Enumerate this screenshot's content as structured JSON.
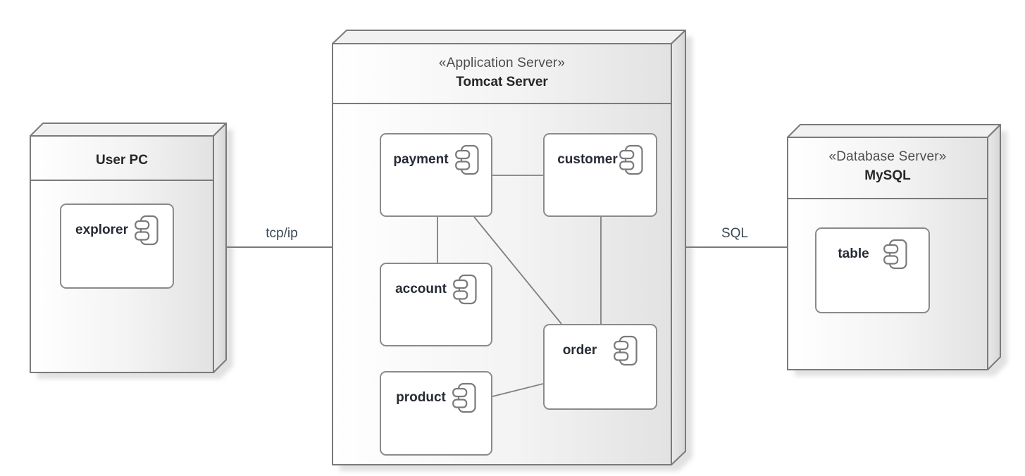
{
  "diagram": {
    "kind": "uml-deployment-diagram",
    "background": "#ffffff"
  },
  "nodes": [
    {
      "name": "User PC",
      "stereotype": "",
      "components": [
        {
          "name": "explorer"
        }
      ]
    },
    {
      "name": "Tomcat Server",
      "stereotype": "«Application Server»",
      "components": [
        {
          "name": "payment"
        },
        {
          "name": "customer"
        },
        {
          "name": "account"
        },
        {
          "name": "order"
        },
        {
          "name": "product"
        }
      ]
    },
    {
      "name": "MySQL",
      "stereotype": "«Database Server»",
      "components": [
        {
          "name": "table"
        }
      ]
    }
  ],
  "connections": [
    {
      "from": "User PC",
      "to": "Tomcat Server",
      "label": "tcp/ip"
    },
    {
      "from": "Tomcat Server",
      "to": "MySQL",
      "label": "SQL"
    }
  ],
  "component_links": [
    {
      "from": "payment",
      "to": "customer"
    },
    {
      "from": "payment",
      "to": "account"
    },
    {
      "from": "payment",
      "to": "order"
    },
    {
      "from": "customer",
      "to": "order"
    },
    {
      "from": "product",
      "to": "order"
    }
  ],
  "colors": {
    "node_border": "#7a7a7a",
    "node_face_light": "#ffffff",
    "node_face_dark": "#e2e2e2",
    "node_top_face": "#f1f1f1",
    "node_side_face": "#e0e0e0",
    "shadow": "#c9c9c9",
    "component_border": "#8a8a8a",
    "component_fill": "#ffffff",
    "node_name_text": "#262626",
    "stereotype_text": "#4d4d4d",
    "component_text": "#272b36",
    "connector_label_text": "#3c4856",
    "connector_line": "#7a7a7a"
  }
}
